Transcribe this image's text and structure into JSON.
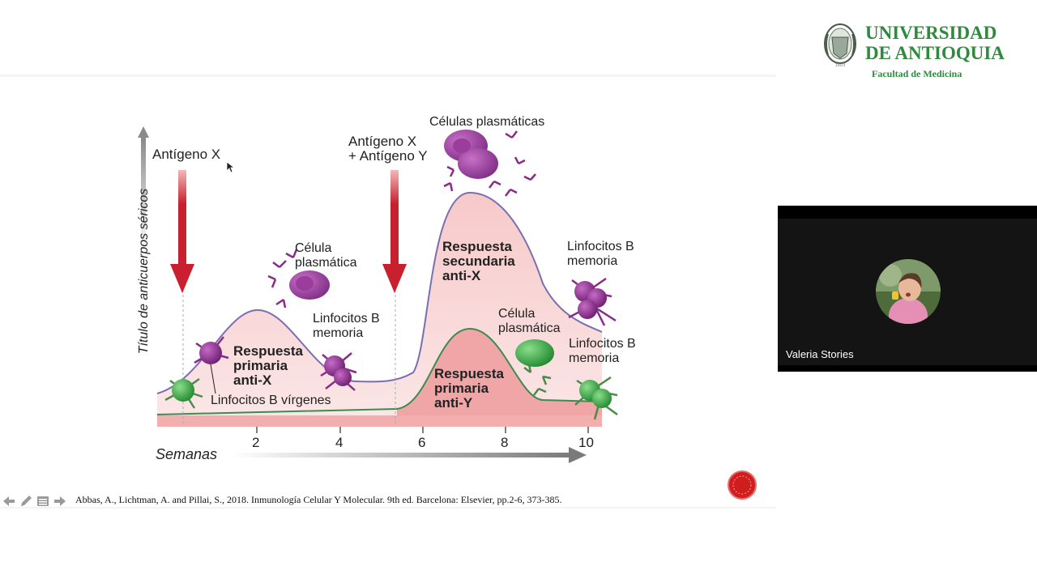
{
  "logo": {
    "line1": "UNIVERSIDAD",
    "line2": "DE ANTIOQUIA",
    "faculty": "Facultad de Medicina",
    "color": "#2f8a3d"
  },
  "figure": {
    "y_axis_label": "Título de anticuerpos séricos",
    "x_axis_label": "Semanas",
    "x_ticks": [
      "2",
      "4",
      "6",
      "8",
      "10"
    ],
    "antigen1": "Antígeno X",
    "antigen2_line1": "Antígeno X",
    "antigen2_line2": "+ Antígeno Y",
    "plasma_cells_top": "Células plasmáticas",
    "plasma_cell_primary_line1": "Célula",
    "plasma_cell_primary_line2": "plasmática",
    "memory_b_mid_line1": "Linfocitos B",
    "memory_b_mid_line2": "memoria",
    "primary_x_line1": "Respuesta",
    "primary_x_line2": "primaria",
    "primary_x_line3": "anti-X",
    "naive_b": "Linfocitos B vírgenes",
    "secondary_x_line1": "Respuesta",
    "secondary_x_line2": "secundaria",
    "secondary_x_line3": "anti-X",
    "memory_b_top_line1": "Linfocitos B",
    "memory_b_top_line2": "memoria",
    "plasma_cell_y_line1": "Célula",
    "plasma_cell_y_line2": "plasmática",
    "memory_b_low_line1": "Linfocitos B",
    "memory_b_low_line2": "memoria",
    "primary_y_line1": "Respuesta",
    "primary_y_line2": "primaria",
    "primary_y_line3": "anti-Y",
    "colors": {
      "arrow_red": "#c8202e",
      "curve_x": "#7a6fb0",
      "fill_x": "#f9dcdc",
      "fill_y": "#f0a6a6",
      "curve_y": "#3e8a4f",
      "purple_cell": "#8a2a8c",
      "green_cell": "#3aa642"
    }
  },
  "citation": "Abbas, A., Lichtman, A. and Pillai, S., 2018. Inmunología Celular Y Molecular. 9th ed. Barcelona: Elsevier, pp.2-6, 373-385.",
  "toolbar": {
    "icons": [
      "arrow-left-icon",
      "pen-icon",
      "menu-icon",
      "arrow-right-icon"
    ]
  },
  "video": {
    "participant_name": "Valeria Stories"
  }
}
